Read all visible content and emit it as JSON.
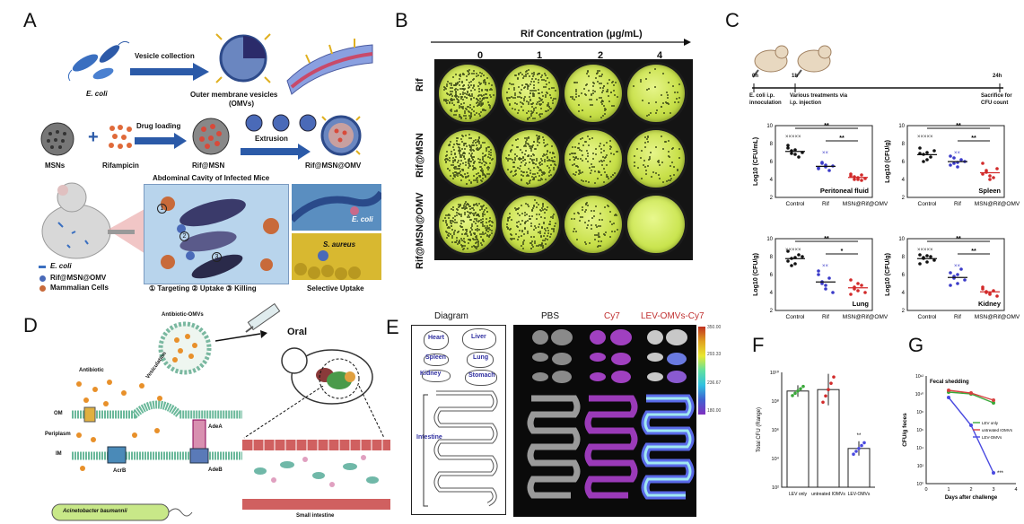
{
  "panels": {
    "A": "A",
    "B": "B",
    "C": "C",
    "D": "D",
    "E": "E",
    "F": "F",
    "G": "G"
  },
  "panelA": {
    "vesicle_collection": "Vesicle collection",
    "ecoli": "E. coli",
    "omv_label_1": "Outer membrane vesicles",
    "omv_label_2": "(OMVs)",
    "drug_loading": "Drug  loading",
    "extrusion": "Extrusion",
    "msns": "MSNs",
    "plus": "+",
    "rifampicin": "Rifampicin",
    "rif_msn": "Rif@MSN",
    "rif_msn_omv": "Rif@MSN@OMV",
    "cavity_title": "Abdominal Cavity of Infected Mice",
    "legend_ecoli": "E. coli",
    "legend_rifmsnomv": "Rif@MSN@OMV",
    "legend_mammalian": "Mammalian Cells",
    "inset_ecoli": "E. coli",
    "inset_saureus": "S. aureus",
    "step_1": "1",
    "step_2": "2",
    "step_3": "3",
    "steps_caption": "① Targeting  ② Uptake  ③ Killing",
    "selective_uptake": "Selective Uptake"
  },
  "panelB": {
    "title": "Rif  Concentration (μg/mL)",
    "columns": [
      "0",
      "1",
      "2",
      "4"
    ],
    "rows": [
      "Rif",
      "Rif@MSN",
      "Rif@MSN@OMV"
    ]
  },
  "panelC": {
    "timeline": {
      "t0": "0h",
      "t1": "1h",
      "t2": "24h",
      "label0_a": "E. coli i.p.",
      "label0_b": "innoculation",
      "label1_a": "Various treatments via",
      "label1_b": "i.p. injection",
      "label2_a": "Sacrifice for",
      "label2_b": "CFU count"
    },
    "plots": [
      {
        "ylabel": "Log10 (CFU/mL)",
        "organ": "Peritoneal fluid",
        "sig_top": "**",
        "sig_low": "**"
      },
      {
        "ylabel": "Log10 (CFU/g)",
        "organ": "Spleen",
        "sig_top": "**",
        "sig_low": "**"
      },
      {
        "ylabel": "Log10 (CFU/g)",
        "organ": "Lung",
        "sig_top": "**",
        "sig_low": "*"
      },
      {
        "ylabel": "Log10 (CFU/g)",
        "organ": "Kidney",
        "sig_top": "**",
        "sig_low": "**"
      }
    ],
    "yticks": [
      "10",
      "8",
      "6",
      "4",
      "2"
    ],
    "groups": [
      "Control",
      "Rif",
      "MSN@Rif@OMV"
    ],
    "markers": "×××××",
    "markers_small": "××"
  },
  "panelD": {
    "antibiotic_omvs": "Antibiotic-OMVs",
    "oral": "Oral",
    "antibiotic": "Antibiotic",
    "om": "OM",
    "periplasm": "Periplasm",
    "im": "IM",
    "vesiculation": "Vesiculation",
    "adea": "AdeA",
    "adeb": "AdeB",
    "acrb": "AcrB",
    "species": "Acinetobacter baumannii",
    "small_intestine": "Small intestine"
  },
  "panelE": {
    "diagram": "Diagram",
    "pbs": "PBS",
    "cy7": "Cy7",
    "lev_omvs_cy7": "LEV-OMVs-Cy7",
    "organs": {
      "heart": "Heart",
      "liver": "Liver",
      "spleen": "Spleen",
      "lung": "Lung",
      "kidney": "Kidney",
      "stomach": "Stomach",
      "intestine": "Intestine"
    },
    "scale": [
      "350.00",
      "293.33",
      "236.67",
      "180.00"
    ]
  },
  "panelF": {
    "ylabel": "Total CFU (Range)",
    "yticks": [
      "10¹⁰",
      "10⁸",
      "10⁶",
      "10⁴",
      "10²"
    ],
    "categories": [
      "LEV only",
      "untreated IOMVs",
      "LEV-OMVs"
    ],
    "sig": "**"
  },
  "panelG": {
    "title": "Fecal shedding",
    "ylabel": "CFU/g  feces",
    "xlabel": "Days after challenge",
    "xticks": [
      "0",
      "1",
      "2",
      "3",
      "4"
    ],
    "yticks": [
      "10¹²",
      "10¹⁰",
      "10⁸",
      "10⁶",
      "10⁴",
      "10²",
      "10⁰"
    ],
    "legend": [
      "LEV only",
      "untreated IOMVs",
      "LEV-OMVs"
    ],
    "sig": "***"
  },
  "colors": {
    "plate_green": "#c8e04a",
    "red_points": "#d22a2a",
    "blue_points": "#3a3ac8",
    "g_green": "#3aa83a",
    "g_red": "#d84040",
    "g_blue": "#4a4ae0"
  }
}
